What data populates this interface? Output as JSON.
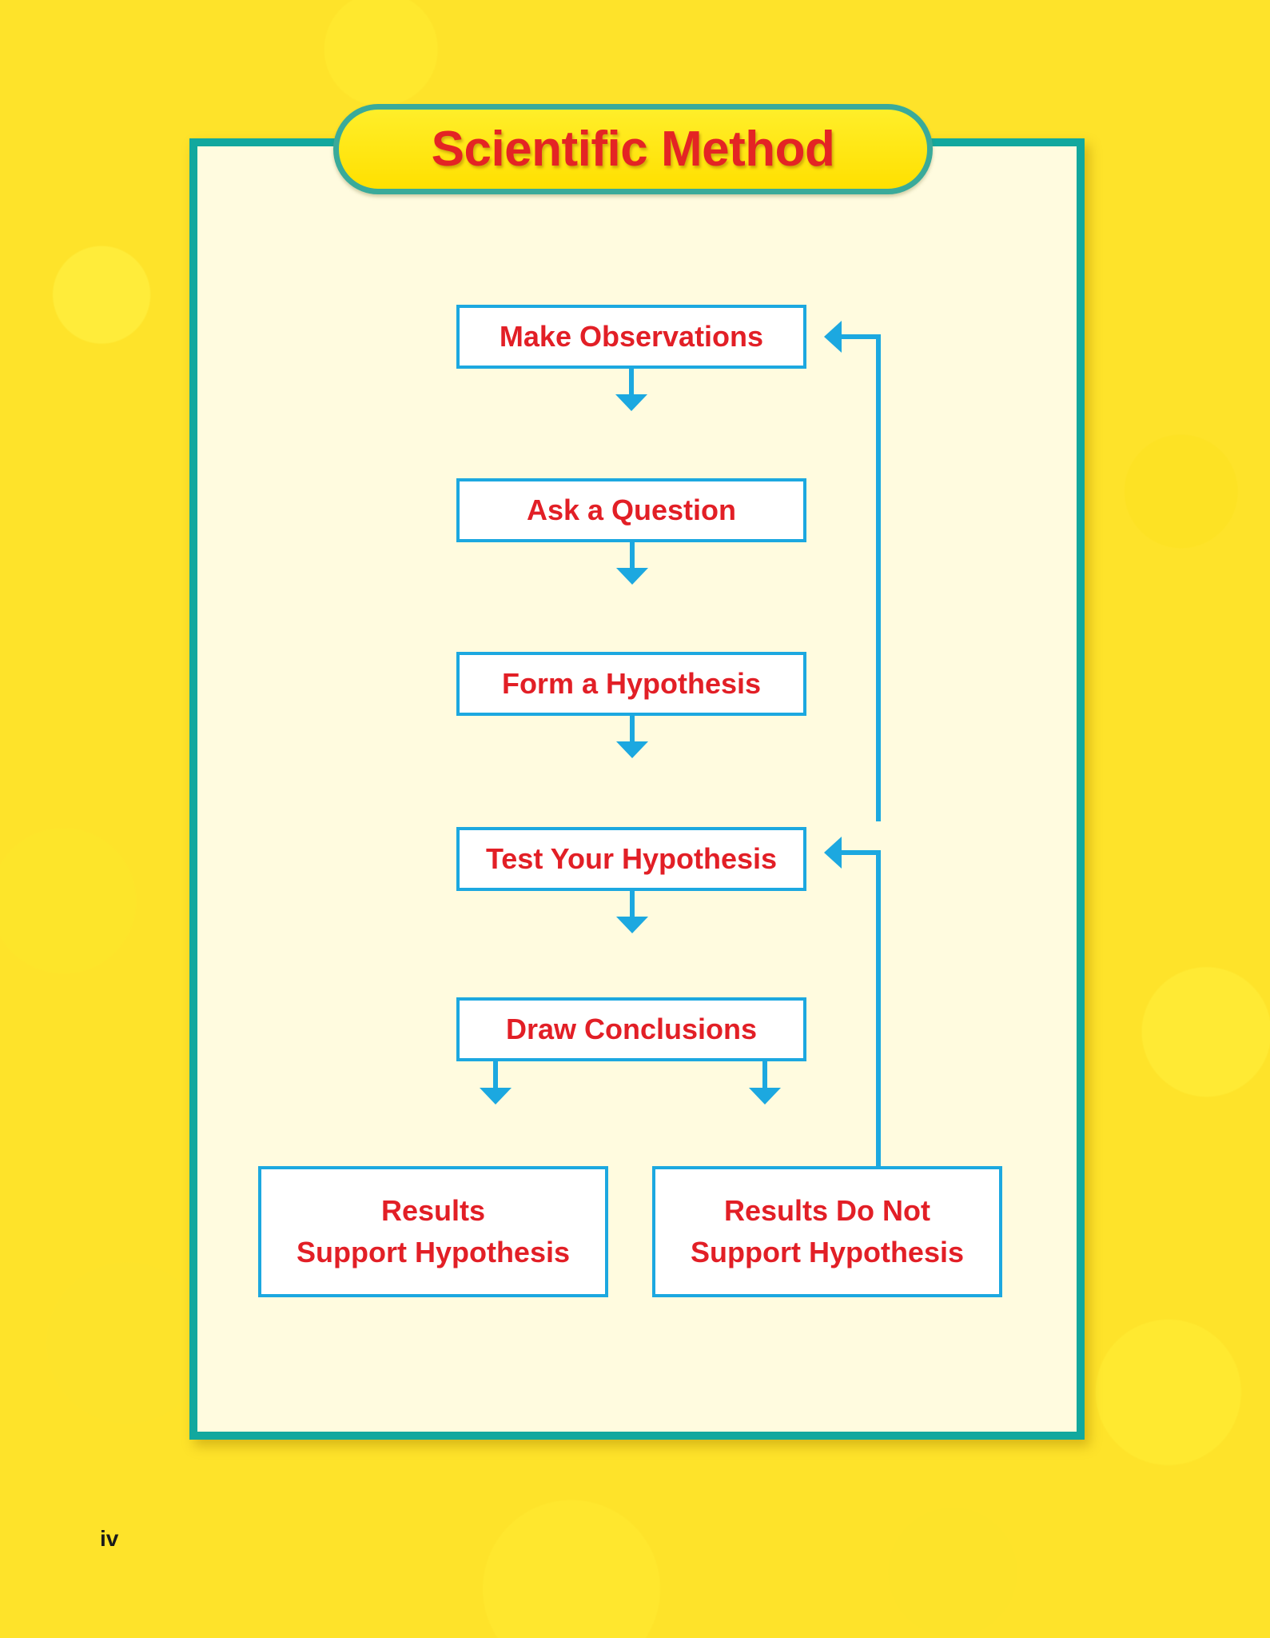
{
  "title": "Scientific Method",
  "steps": [
    {
      "label": "Make Observations"
    },
    {
      "label": "Ask a Question"
    },
    {
      "label": "Form a Hypothesis"
    },
    {
      "label": "Test Your Hypothesis"
    },
    {
      "label": "Draw Conclusions"
    }
  ],
  "outcomes": [
    {
      "line1": "Results",
      "line2": "Support Hypothesis"
    },
    {
      "line1": "Results Do Not",
      "line2": "Support Hypothesis"
    }
  ],
  "connections": [
    {
      "from": "Make Observations",
      "to": "Ask a Question"
    },
    {
      "from": "Ask a Question",
      "to": "Form a Hypothesis"
    },
    {
      "from": "Form a Hypothesis",
      "to": "Test Your Hypothesis"
    },
    {
      "from": "Test Your Hypothesis",
      "to": "Draw Conclusions"
    },
    {
      "from": "Draw Conclusions",
      "to": "Results Support Hypothesis"
    },
    {
      "from": "Draw Conclusions",
      "to": "Results Do Not Support Hypothesis"
    },
    {
      "from": "Results Do Not Support Hypothesis",
      "to": "Test Your Hypothesis"
    },
    {
      "from": "Results Do Not Support Hypothesis",
      "to": "Make Observations"
    }
  ],
  "colors": {
    "text": "#e21f26",
    "arrow": "#1ca8e0",
    "frame": "#12a89e",
    "panel": "#fffbdf",
    "background": "#fee32a"
  },
  "page_number": "iv"
}
